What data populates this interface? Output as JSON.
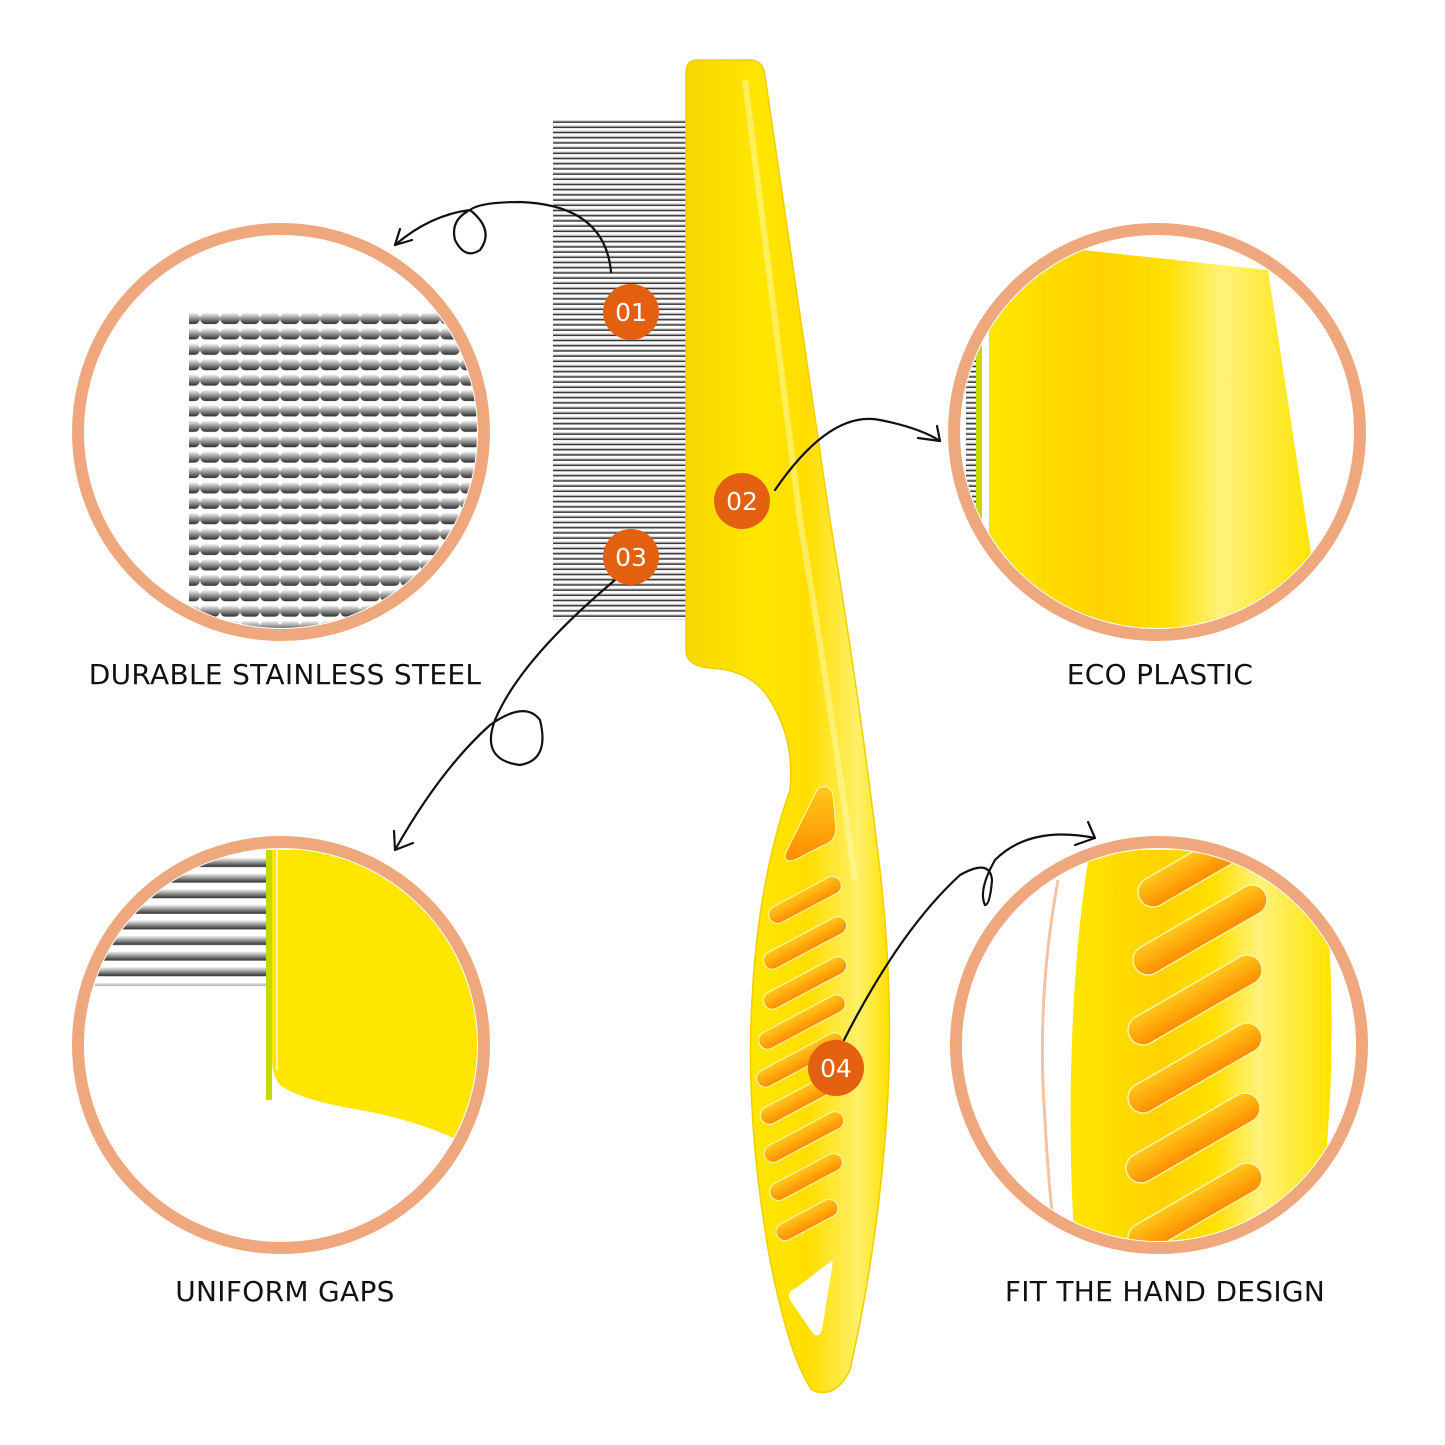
{
  "colors": {
    "background": "#ffffff",
    "ring": "#efa87e",
    "badge": "#e2600f",
    "badge_text": "#ffffff",
    "plastic_yellow": "#ffe600",
    "plastic_shade": "#ffc400",
    "grip_slot": "#ffa41a",
    "steel_dark": "#3a3a3a",
    "steel_light": "#d8d8d8",
    "label_text": "#111111"
  },
  "product": {
    "name": "yellow-flea-comb",
    "teeth_material": "stainless steel",
    "handle_material": "plastic"
  },
  "features": [
    {
      "number": "01",
      "label": "DURABLE STAINLESS STEEL",
      "icon": "steel-teeth-closeup"
    },
    {
      "number": "02",
      "label": "ECO PLASTIC",
      "icon": "plastic-handle-closeup"
    },
    {
      "number": "03",
      "label": "UNIFORM GAPS",
      "icon": "teeth-gap-closeup"
    },
    {
      "number": "04",
      "label": "FIT THE HAND DESIGN",
      "icon": "grip-closeup"
    }
  ]
}
